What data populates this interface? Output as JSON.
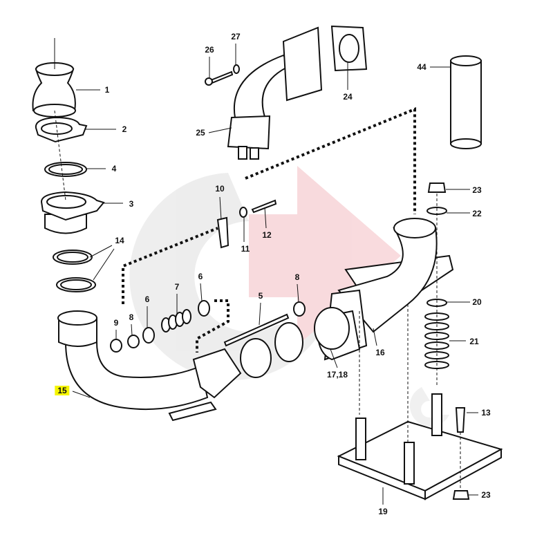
{
  "title": "Exhaust pipe assembly parts diagram",
  "highlight_color": "#f5f500",
  "watermark_color": "#f6d6d8",
  "labels": [
    "1",
    "2",
    "4",
    "3",
    "14",
    "10",
    "11",
    "12",
    "7",
    "6",
    "6",
    "5",
    "8",
    "9",
    "8",
    "15",
    "26",
    "27",
    "24",
    "25",
    "44",
    "23",
    "22",
    "20",
    "21",
    "16",
    "17,18",
    "13",
    "23",
    "19"
  ],
  "highlighted_part": "15"
}
